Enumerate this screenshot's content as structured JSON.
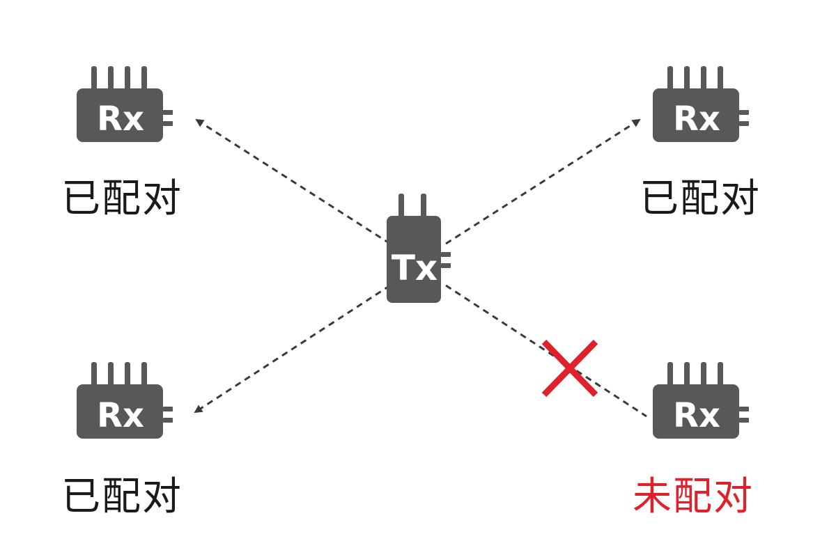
{
  "colors": {
    "device": "#58575a",
    "arrow": "#3a3a3a",
    "paired_text": "#1a1a1a",
    "unpaired_text": "#e0202a",
    "cross": "#e0202a"
  },
  "transmitter": {
    "label": "Tx"
  },
  "receivers": [
    {
      "label": "Rx",
      "status": "已配对",
      "paired": true
    },
    {
      "label": "Rx",
      "status": "已配对",
      "paired": true
    },
    {
      "label": "Rx",
      "status": "已配对",
      "paired": true
    },
    {
      "label": "Rx",
      "status": "未配对",
      "paired": false
    }
  ],
  "icons": [
    "dashed-arrow-icon",
    "cross-icon",
    "antenna-icon"
  ]
}
